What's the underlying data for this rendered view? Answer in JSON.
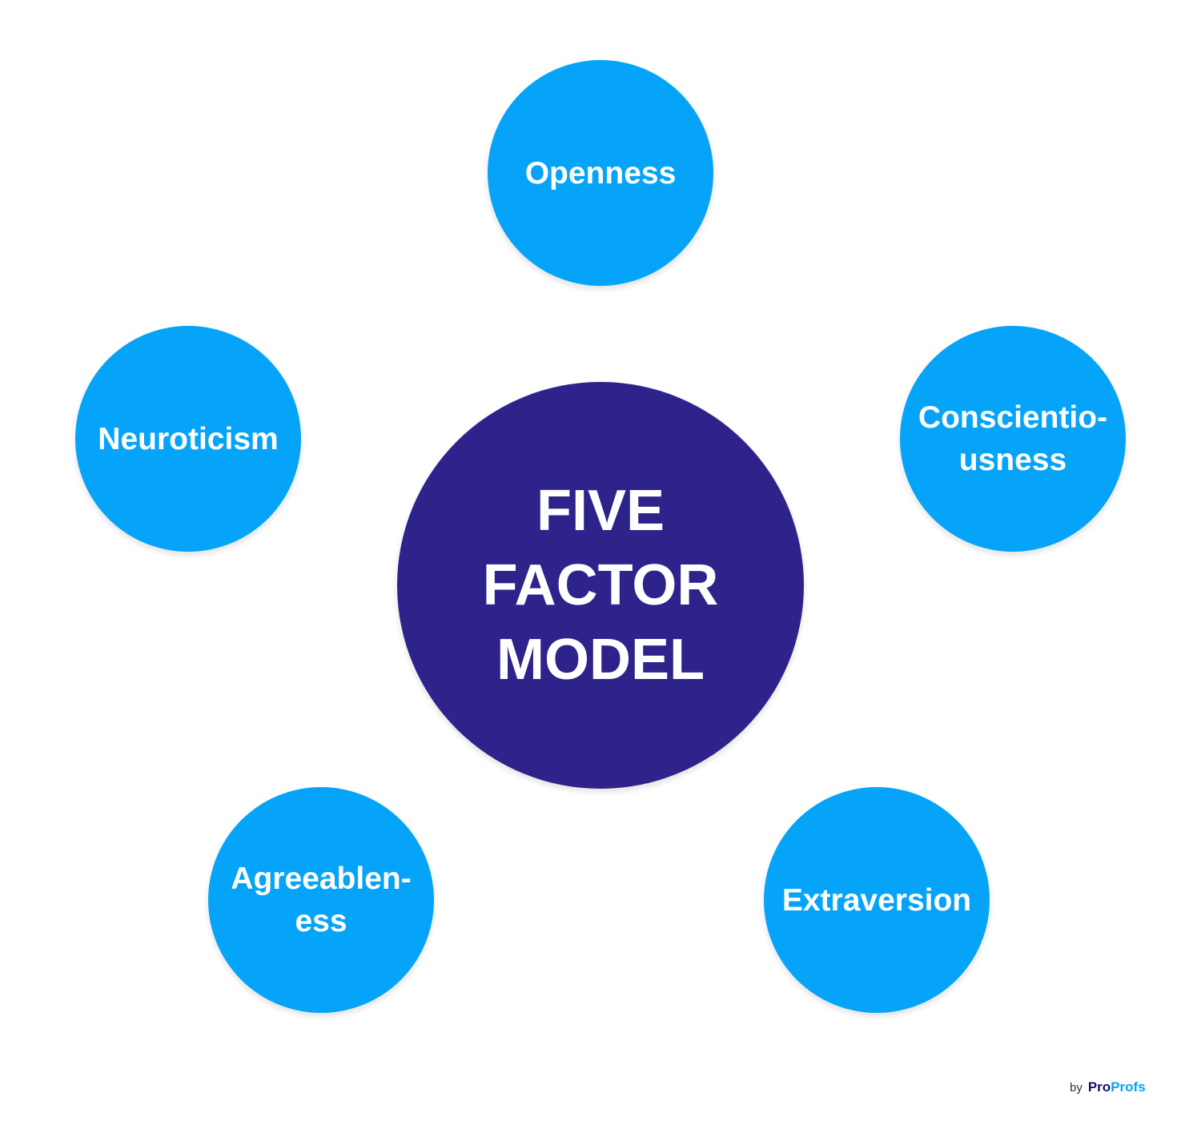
{
  "center": {
    "label": "FIVE\nFACTOR\nMODEL"
  },
  "traits": [
    {
      "label": "Openness"
    },
    {
      "label": "Conscientio-\nusness"
    },
    {
      "label": "Extraversion"
    },
    {
      "label": "Agreeablen-\ness"
    },
    {
      "label": "Neuroticism"
    }
  ],
  "logo": {
    "by": "by",
    "brand_part1": "Pro",
    "brand_part2": "Profs"
  },
  "colors": {
    "center": "#2e228b",
    "trait": "#06a4f8"
  }
}
